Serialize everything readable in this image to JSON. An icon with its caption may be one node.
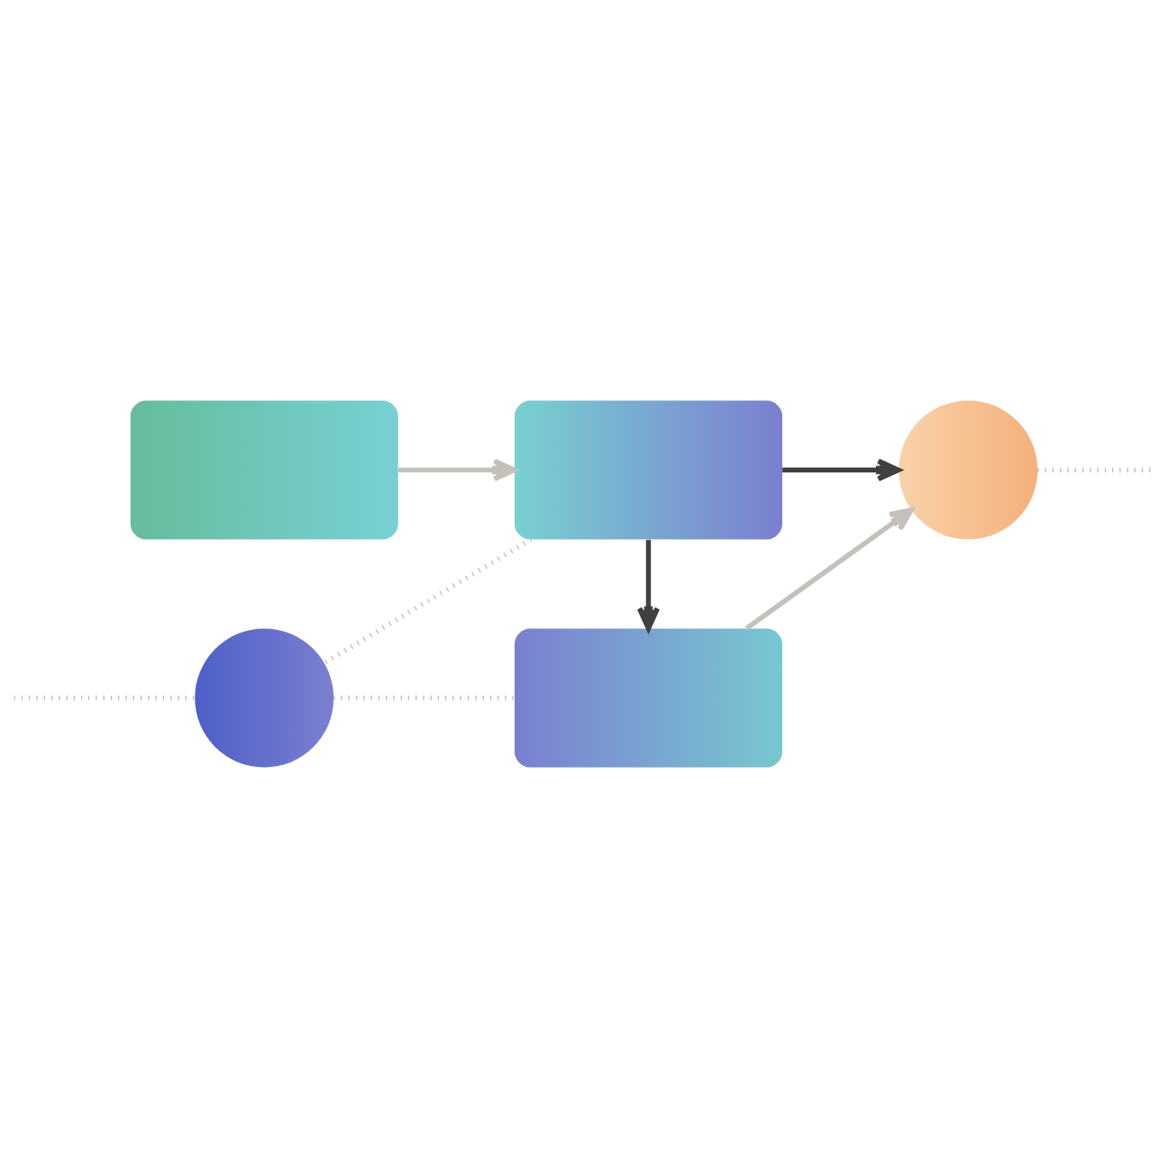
{
  "diagram": {
    "nodes": [
      {
        "text": [],
        "shape": "box"
      },
      {
        "text": [],
        "shape": "box"
      },
      {
        "text": [],
        "shape": "circle"
      },
      {
        "text": [],
        "shape": "circle"
      },
      {
        "text": [],
        "shape": "box"
      }
    ],
    "edges": [
      {
        "from": 0,
        "to": 1,
        "arrow": "to"
      },
      {
        "from": 1,
        "to": 2,
        "arrow": "to",
        "color": "#404040"
      },
      {
        "from": 1,
        "to": 4,
        "arrow": "to",
        "color": "#404040"
      },
      {
        "from": 4,
        "to": 2,
        "arrow": "to"
      },
      {
        "from": 1,
        "to": 3,
        "arrow": "none",
        "style": "dashed"
      },
      {
        "from": null,
        "to": 3,
        "arrow": "none",
        "style": "dashed"
      },
      {
        "from": 3,
        "to": 4,
        "arrow": "none",
        "style": "dashed"
      },
      {
        "from": 2,
        "to": null,
        "arrow": "none",
        "style": "dashed"
      }
    ]
  }
}
